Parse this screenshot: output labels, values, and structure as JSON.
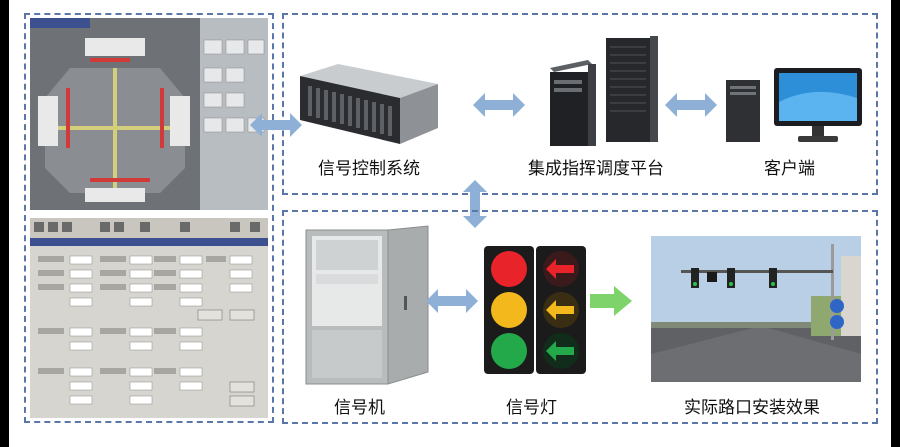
{
  "labels": {
    "signal_control_system": "信号控制系统",
    "integrated_platform": "集成指挥调度平台",
    "client": "客户端",
    "signal_machine": "信号机",
    "signal_light": "信号灯",
    "install_effect": "实际路口安装效果"
  },
  "colors": {
    "dash_border": "#5b76a8",
    "arrow_blue": "#8fb0d6",
    "arrow_green": "#7fd36b",
    "light_red": "#e8242a",
    "light_yellow": "#f3b81c",
    "light_green": "#24a94a"
  },
  "icons": [
    "server-icon",
    "tower-computer-icon",
    "monitor-icon",
    "signal-cabinet-icon",
    "traffic-light-icon",
    "arrow-light-icon"
  ]
}
